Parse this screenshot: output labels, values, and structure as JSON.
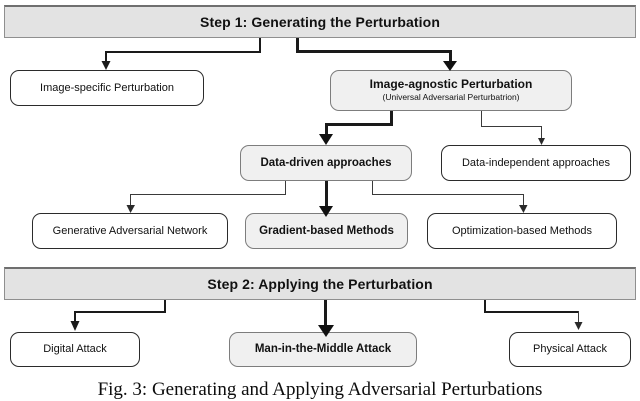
{
  "figure": {
    "caption": "Fig. 3: Generating and Applying Adversarial Perturbations"
  },
  "steps": [
    {
      "id": "step1",
      "label": "Step 1: Generating the Perturbation"
    },
    {
      "id": "step2",
      "label": "Step 2: Applying the Perturbation"
    }
  ],
  "nodes": {
    "image_specific": {
      "title": "Image-specific Perturbation",
      "subtitle": "",
      "highlighted": false
    },
    "image_agnostic": {
      "title": "Image-agnostic Perturbation",
      "subtitle": "(Universal Adversarial Perturbatrion)",
      "highlighted": true
    },
    "data_driven": {
      "title": "Data-driven approaches",
      "subtitle": "",
      "highlighted": true
    },
    "data_independent": {
      "title": "Data-independent approaches",
      "subtitle": "",
      "highlighted": false
    },
    "gan": {
      "title": "Generative Adversarial Network",
      "subtitle": "",
      "highlighted": false
    },
    "gradient_based": {
      "title": "Gradient-based Methods",
      "subtitle": "",
      "highlighted": true
    },
    "optimization_based": {
      "title": "Optimization-based Methods",
      "subtitle": "",
      "highlighted": false
    },
    "digital_attack": {
      "title": "Digital Attack",
      "subtitle": "",
      "highlighted": false
    },
    "mitm_attack": {
      "title": "Man-in-the-Middle Attack",
      "subtitle": "",
      "highlighted": true
    },
    "physical_attack": {
      "title": "Physical Attack",
      "subtitle": "",
      "highlighted": false
    }
  },
  "colors": {
    "banner_fill": "#e3e3e3",
    "banner_border": "#8f8f8f",
    "node_fill": "#ffffff",
    "node_fill_highlighted": "#f0f0f0",
    "node_border": "#2b2b2b",
    "connector": "#1a1a1a",
    "text": "#111111"
  }
}
